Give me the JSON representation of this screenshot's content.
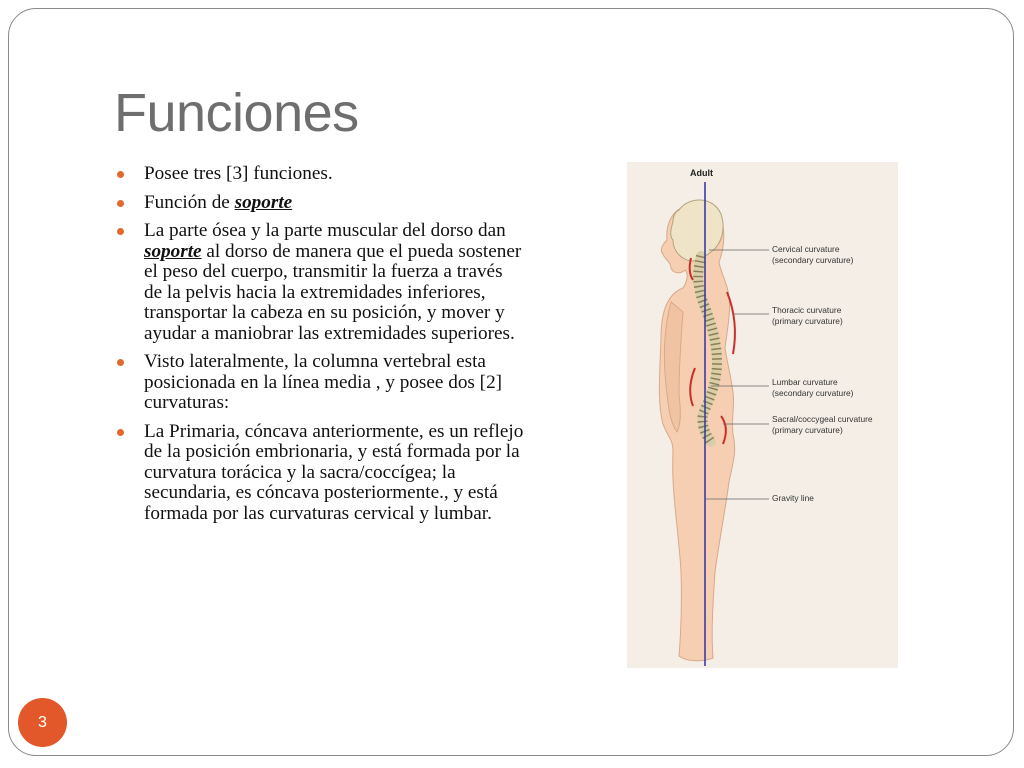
{
  "slide": {
    "title": "Funciones",
    "page_number": "3",
    "bullets": [
      {
        "text": "Posee tres [3] funciones."
      },
      {
        "text_before": "Función de ",
        "emphasis": "soporte",
        "text_after": ""
      },
      {
        "text_before": "La parte ósea y la parte muscular del dorso dan ",
        "emphasis": "soporte",
        "text_after": " al dorso de manera que el pueda sostener el peso del cuerpo, transmitir la fuerza a través de la pelvis hacia la extremidades inferiores, transportar la cabeza en su posición, y mover y ayudar a maniobrar las extremidades superiores."
      },
      {
        "text": "Visto lateralmente, la columna vertebral esta posicionada en la línea media , y posee dos [2] curvaturas:"
      },
      {
        "text": "La Primaria, cóncava anteriormente, es un reflejo de la posición embrionaria, y está formada por la curvatura torácica y la sacra/coccígea; la secundaria, es cóncava posteriormente., y está formada por las curvaturas cervical y lumbar."
      }
    ],
    "accent_color": "#e2582a",
    "bullet_color": "#e0692b"
  },
  "figure": {
    "heading": "Adult",
    "labels": [
      {
        "line1": "Cervical curvature",
        "line2": "(secondary curvature)"
      },
      {
        "line1": "Thoracic curvature",
        "line2": "(primary curvature)"
      },
      {
        "line1": "Lumbar curvature",
        "line2": "(secondary curvature)"
      },
      {
        "line1": "Sacral/coccygeal curvature",
        "line2": "(primary curvature)"
      },
      {
        "line1": "Gravity line",
        "line2": ""
      }
    ],
    "skin_color": "#f6cfb2",
    "gravity_line_color": "#3b3ba8",
    "curvature_color": "#c8302a"
  }
}
